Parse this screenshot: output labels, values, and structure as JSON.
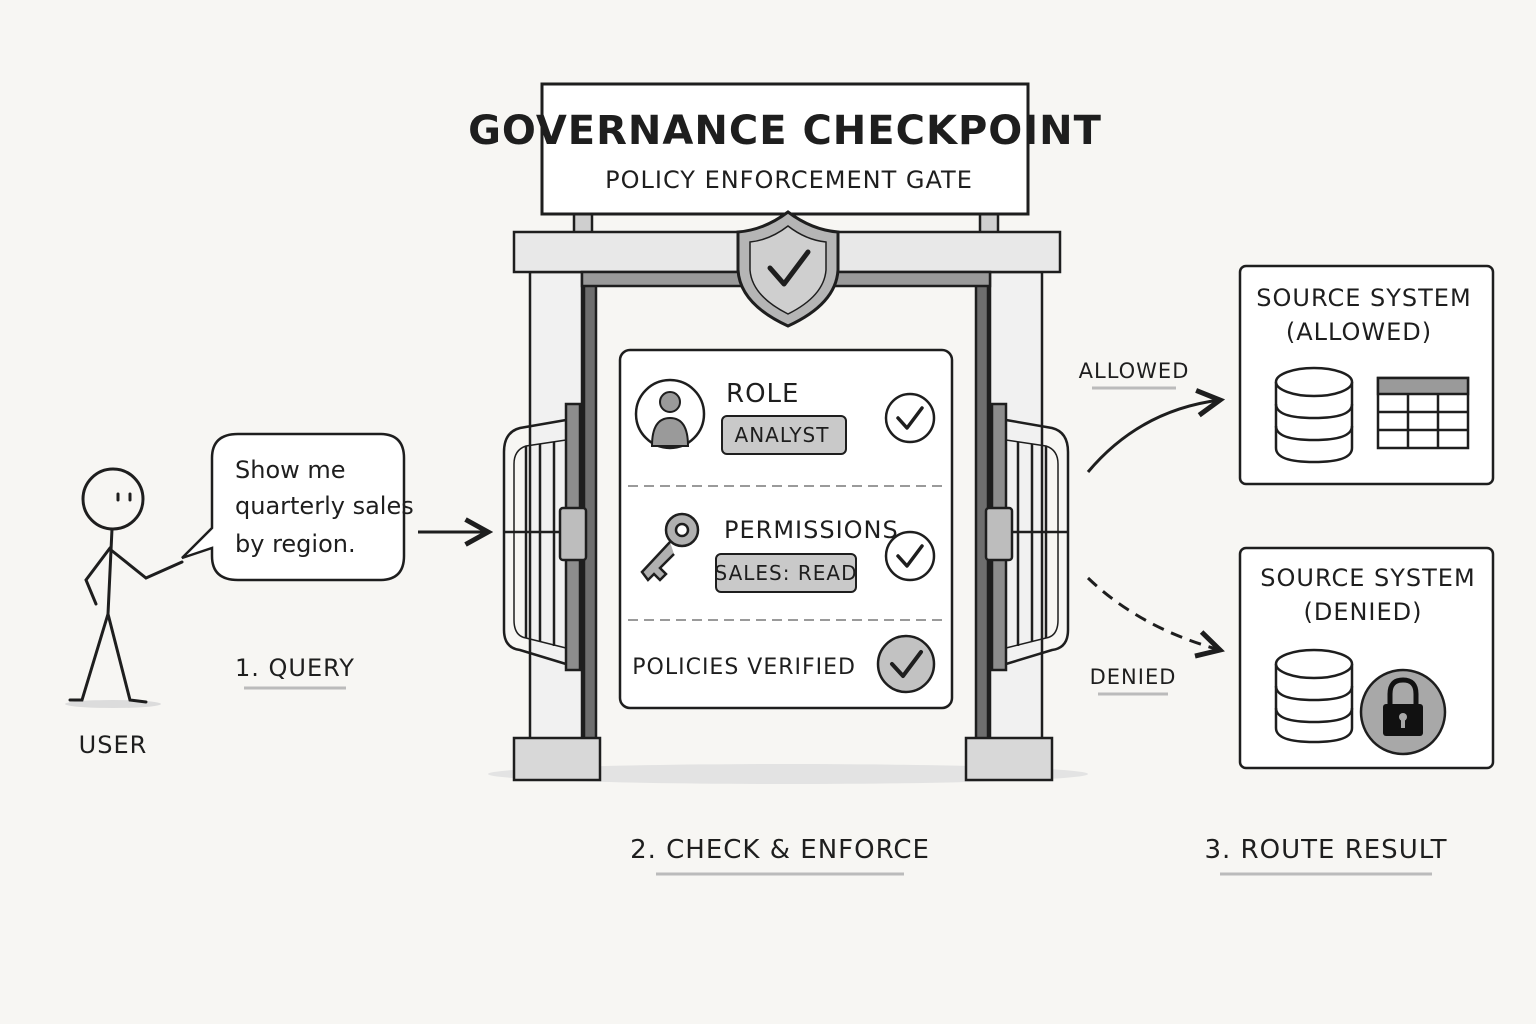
{
  "user": {
    "label": "USER",
    "speech_lines": [
      "Show me",
      "quarterly sales",
      "by region."
    ]
  },
  "steps": {
    "query": "1. QUERY",
    "check": "2. CHECK & ENFORCE",
    "route": "3. ROUTE RESULT"
  },
  "gate": {
    "title": "GOVERNANCE CHECKPOINT",
    "subtitle": "POLICY ENFORCEMENT GATE",
    "checks": [
      {
        "label": "ROLE",
        "badge": "ANALYST",
        "icon": "user-avatar-icon"
      },
      {
        "label": "PERMISSIONS",
        "badge": "SALES: READ",
        "icon": "key-icon"
      },
      {
        "label": "POLICIES VERIFIED",
        "icon": "check-circle-icon"
      }
    ]
  },
  "routes": {
    "allowed_label": "ALLOWED",
    "denied_label": "DENIED"
  },
  "targets": {
    "allowed": {
      "title_line1": "SOURCE SYSTEM",
      "title_line2": "(ALLOWED)",
      "icons": [
        "database-icon",
        "table-icon"
      ]
    },
    "denied": {
      "title_line1": "SOURCE SYSTEM",
      "title_line2": "(DENIED)",
      "icons": [
        "database-icon",
        "lock-icon"
      ]
    }
  },
  "colors": {
    "ink": "#1e1e1e",
    "paper": "#f7f6f3",
    "fill_light": "#e6e6e6",
    "fill_mid": "#bdbdbd",
    "fill_dark": "#8a8a8a"
  }
}
